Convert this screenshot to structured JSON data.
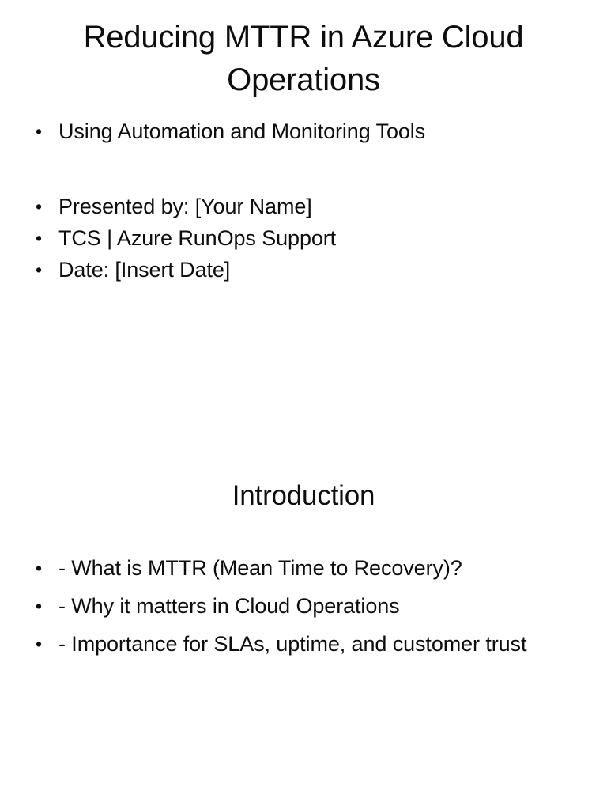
{
  "document": {
    "background_color": "#ffffff",
    "text_color": "#0d0d0d"
  },
  "slides": [
    {
      "id": "title-slide",
      "title": "Reducing MTTR in Azure Cloud Operations",
      "bullets": [
        "Using Automation and Monitoring Tools",
        "Presented by: [Your Name]",
        "TCS | Azure RunOps Support",
        "Date: [Insert Date]"
      ]
    },
    {
      "id": "introduction-slide",
      "title": "Introduction",
      "bullets": [
        "- What is MTTR (Mean Time to Recovery)?",
        "- Why it matters in Cloud Operations",
        "- Importance for SLAs, uptime, and customer trust"
      ]
    }
  ]
}
